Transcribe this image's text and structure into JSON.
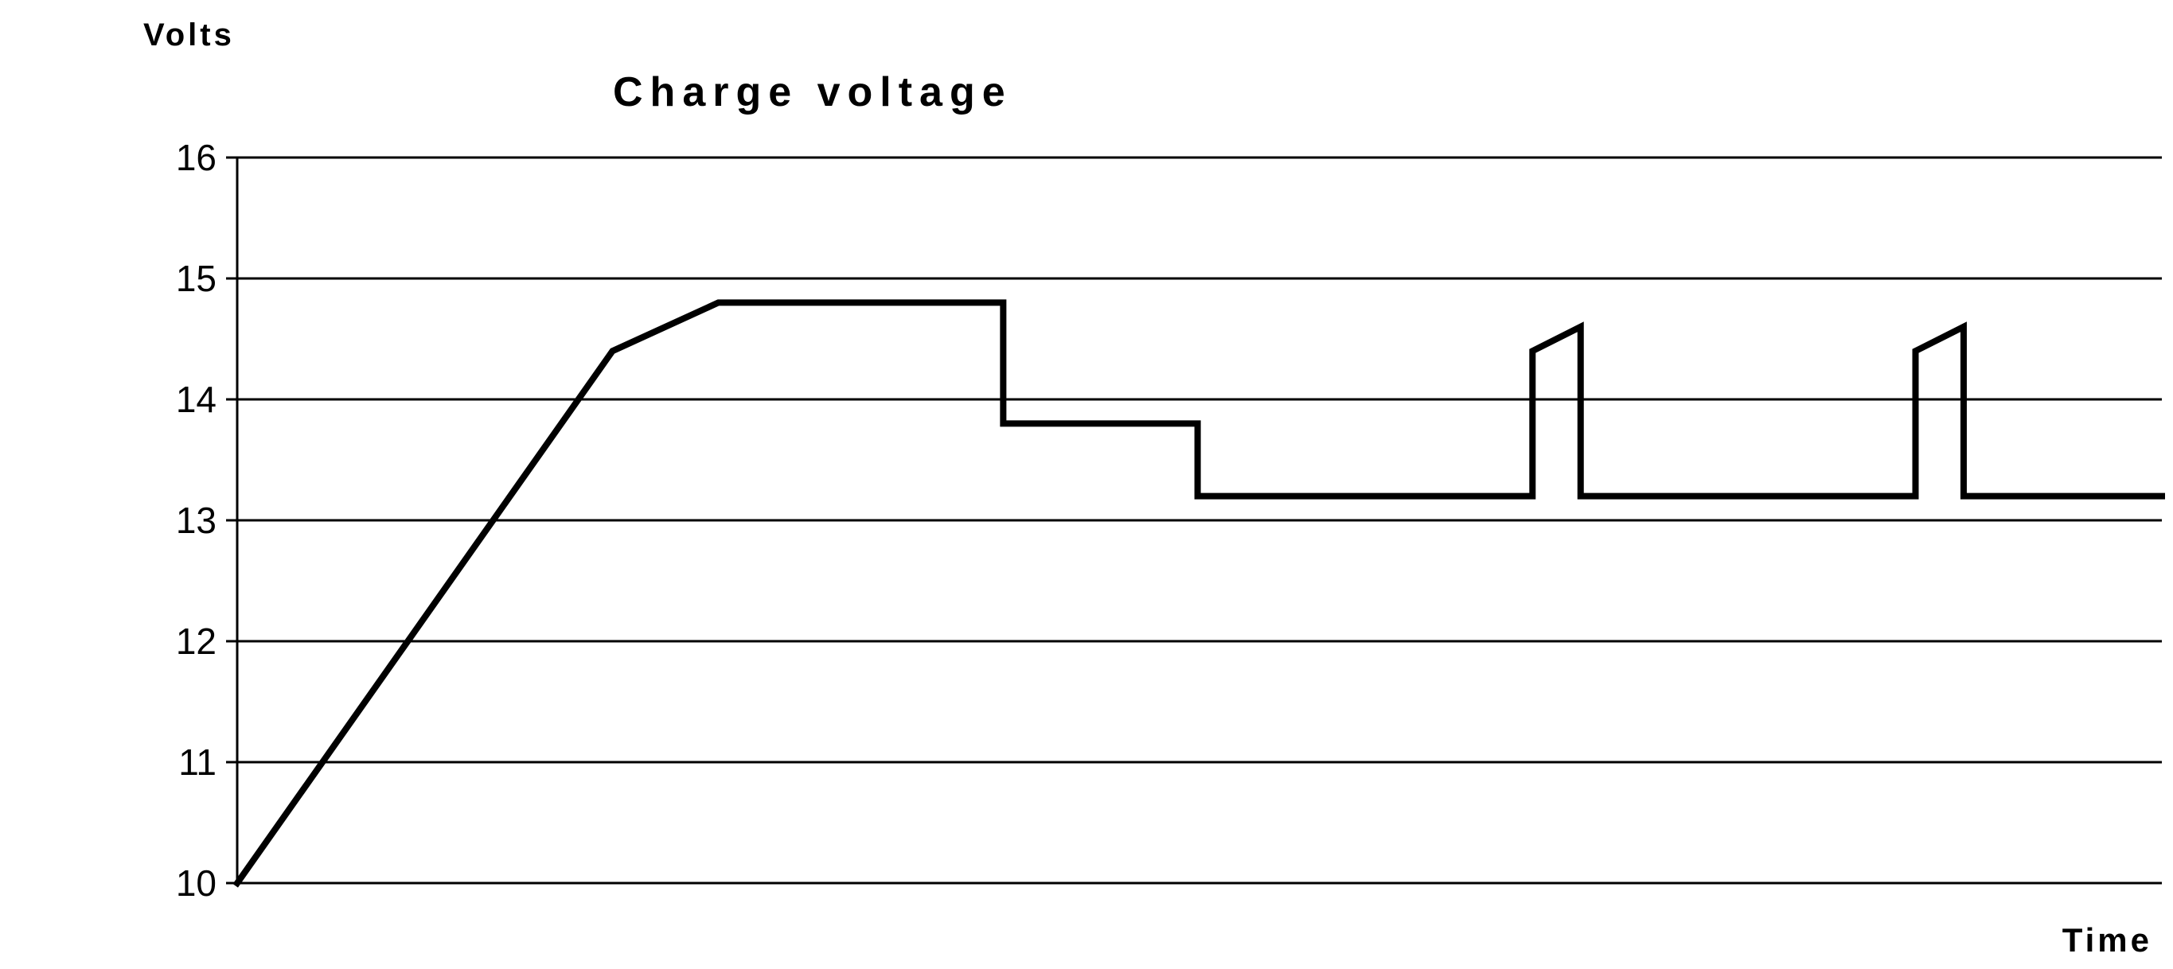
{
  "chart_data": {
    "type": "line",
    "title": "Charge voltage",
    "ylabel": "Volts",
    "xlabel": "Time",
    "ylim": [
      10,
      16
    ],
    "xlim": [
      0,
      100
    ],
    "yticks": [
      16,
      15,
      14,
      13,
      12,
      11,
      10
    ],
    "x_ticks": [],
    "grid": "horizontal gridlines at every 1 volt",
    "legend": "none",
    "line_color": "#000000",
    "grid_color": "#000000",
    "background": "#ffffff",
    "series": [
      {
        "name": "Charge voltage",
        "points": [
          [
            0,
            10.0
          ],
          [
            19.5,
            14.4
          ],
          [
            25.0,
            14.8
          ],
          [
            39.8,
            14.8
          ],
          [
            39.8,
            13.8
          ],
          [
            49.9,
            13.8
          ],
          [
            49.9,
            13.2
          ],
          [
            67.3,
            13.2
          ],
          [
            67.3,
            14.4
          ],
          [
            69.8,
            14.6
          ],
          [
            69.8,
            13.2
          ],
          [
            87.2,
            13.2
          ],
          [
            87.2,
            14.4
          ],
          [
            89.7,
            14.6
          ],
          [
            89.7,
            13.2
          ],
          [
            100,
            13.2
          ]
        ]
      }
    ]
  }
}
